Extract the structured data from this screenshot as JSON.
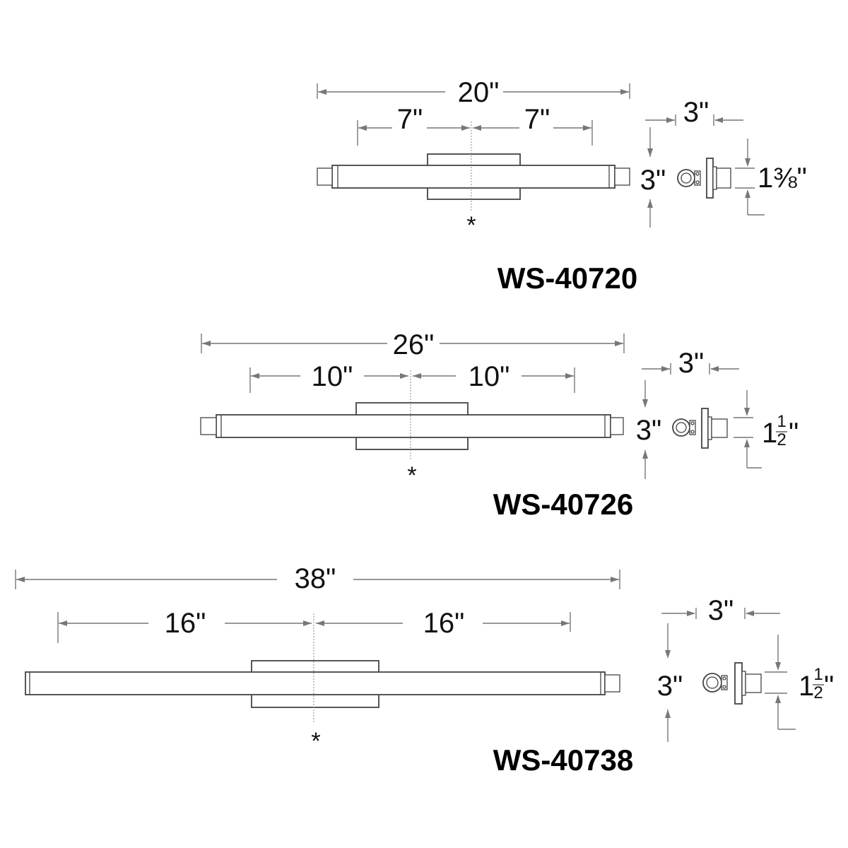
{
  "fixtures": [
    {
      "model": "WS-40720",
      "overall_width": "20\"",
      "left_span": "7\"",
      "right_span": "7\"",
      "side_depth": "3\"",
      "side_height": "3\"",
      "side_small_whole": "1",
      "side_small_fraction": "⅜",
      "side_small_suffix": "\"",
      "center_mark": "*"
    },
    {
      "model": "WS-40726",
      "overall_width": "26\"",
      "left_span": "10\"",
      "right_span": "10\"",
      "side_depth": "3\"",
      "side_height": "3\"",
      "side_small_whole": "1",
      "side_small_num": "1",
      "side_small_den": "2",
      "side_small_suffix": "\"",
      "center_mark": "*"
    },
    {
      "model": "WS-40738",
      "overall_width": "38\"",
      "left_span": "16\"",
      "right_span": "16\"",
      "side_depth": "3\"",
      "side_height": "3\"",
      "side_small_whole": "1",
      "side_small_num": "1",
      "side_small_den": "2",
      "side_small_suffix": "\"",
      "center_mark": "*"
    }
  ],
  "colors": {
    "line": "#444444",
    "dimension": "#777777",
    "text": "#111111"
  }
}
